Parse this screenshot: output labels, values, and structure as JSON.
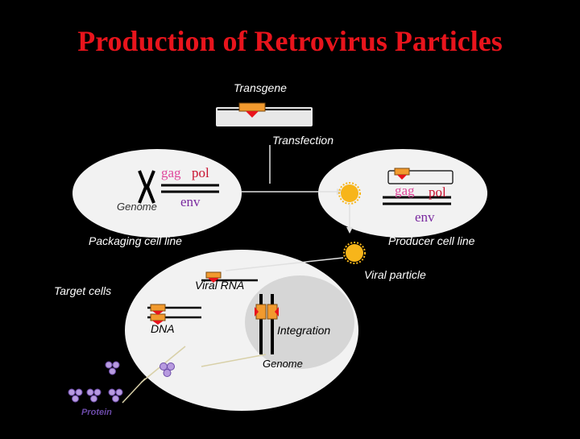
{
  "title": "Production of Retrovirus Particles",
  "labels": {
    "transgene": "Transgene",
    "transfection": "Transfection",
    "gag": "gag",
    "pol": "pol",
    "env": "env",
    "genome_packaging": "Genome",
    "producer_gag": "gag",
    "producer_pol": "pol",
    "producer_env": "env",
    "packaging_cell_line": "Packaging cell line",
    "producer_cell_line": "Producer cell line",
    "viral_particle": "Viral particle",
    "target_cells": "Target cells",
    "viral_rna": "Viral RNA",
    "dna": "DNA",
    "integration": "Integration",
    "genome_target": "Genome",
    "protein": "Protein"
  },
  "colors": {
    "title": "#e8141c",
    "cell_fill": "#f2f2f2",
    "gene_insert": "#f29a2e",
    "gene_red": "#e8141c",
    "virus": "#f7b51a",
    "protein": "#b79adf"
  }
}
